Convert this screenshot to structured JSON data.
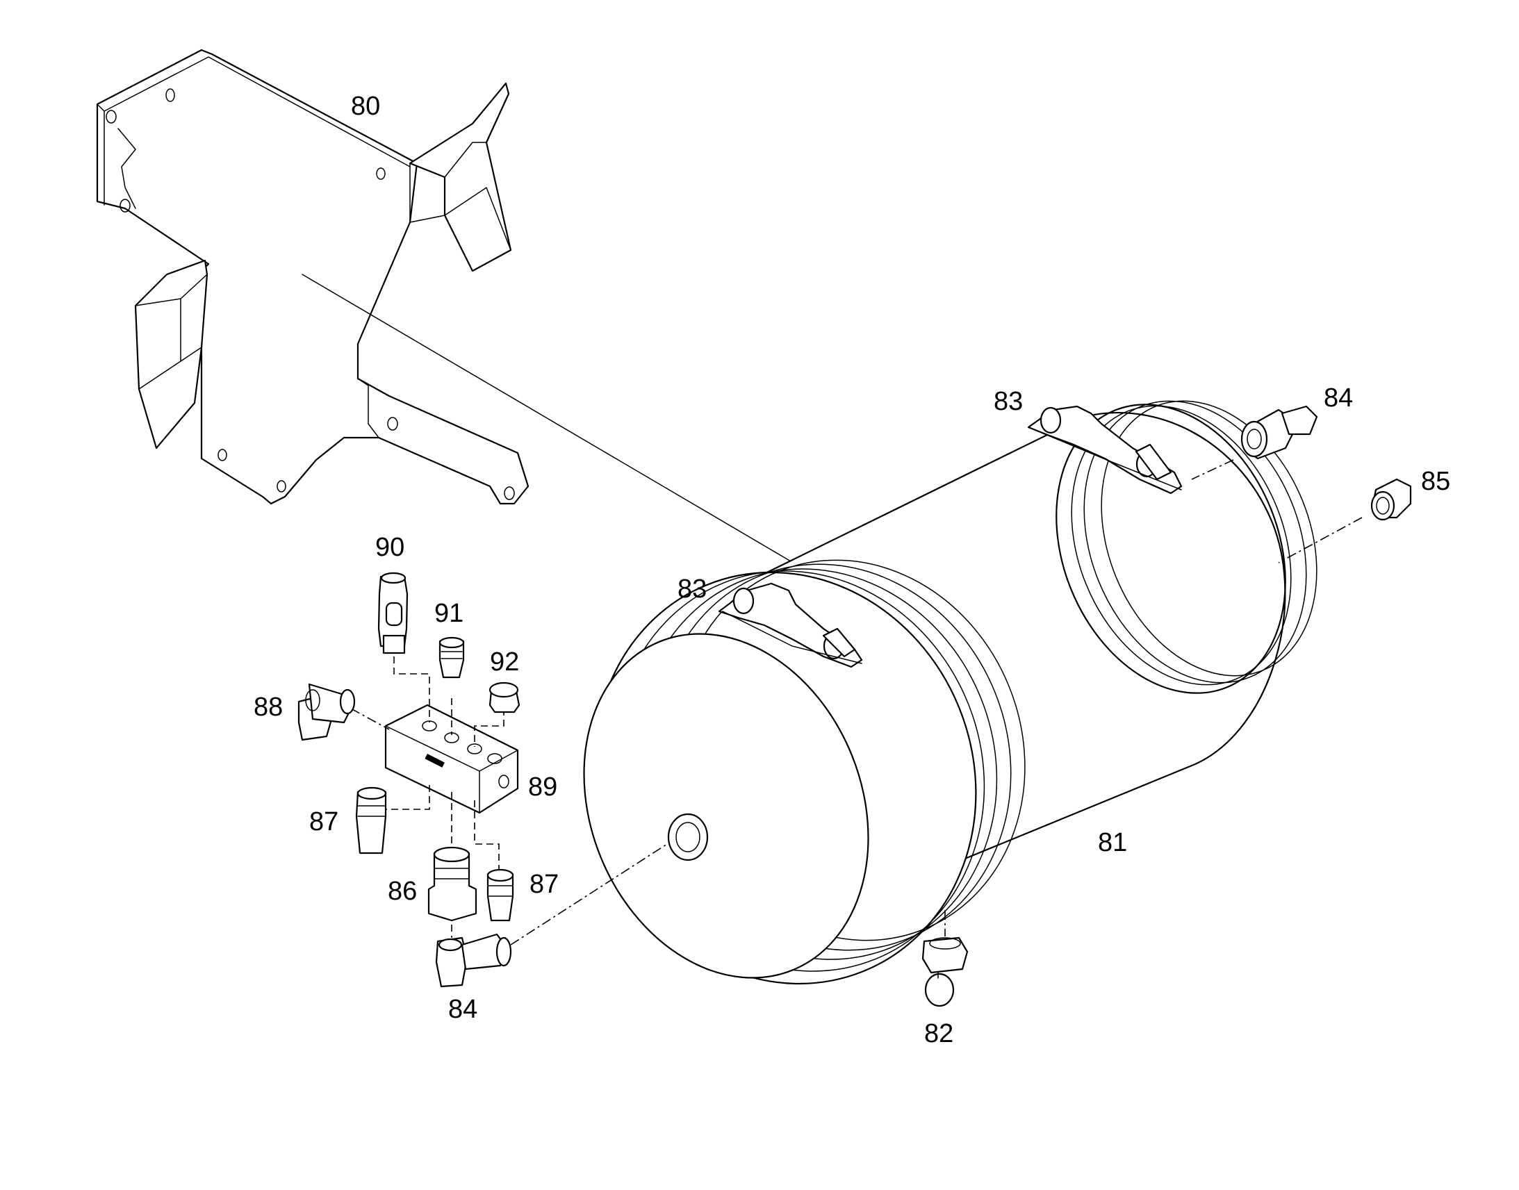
{
  "diagram": {
    "labels": {
      "p80": "80",
      "p81": "81",
      "p82": "82",
      "p83a": "83",
      "p83b": "83",
      "p84a": "84",
      "p84b": "84",
      "p85": "85",
      "p86": "86",
      "p87a": "87",
      "p87b": "87",
      "p88": "88",
      "p89": "89",
      "p90": "90",
      "p91": "91",
      "p92": "92"
    }
  }
}
